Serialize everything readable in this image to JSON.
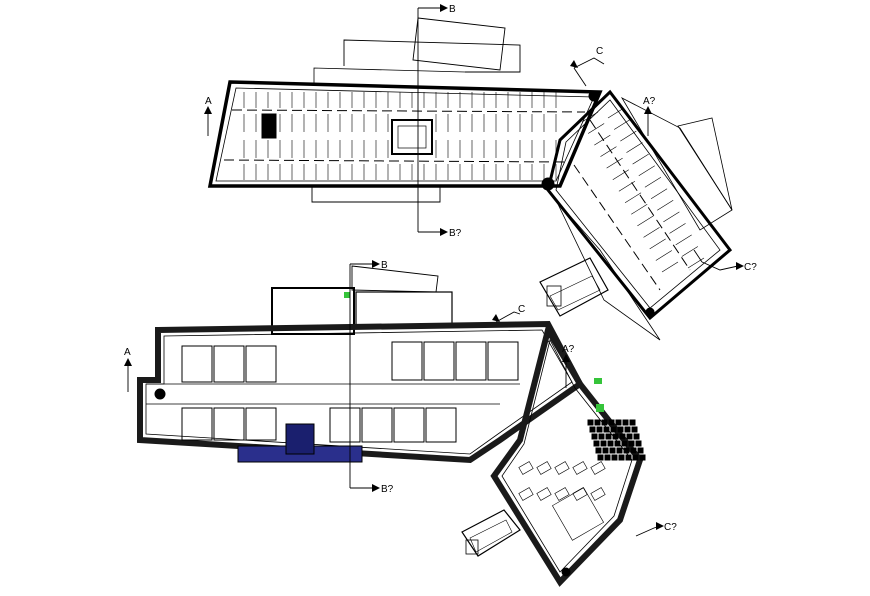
{
  "sections": {
    "a_start": "A",
    "a_end": "A?",
    "b_start": "B",
    "b_end": "B?",
    "c_start": "C",
    "c_end": "C?"
  },
  "colors": {
    "line": "#000000",
    "wall": "#1a1a1a",
    "water": "#2a2f8c",
    "accent": "#35c43a",
    "highlight": "#f0a21c"
  }
}
